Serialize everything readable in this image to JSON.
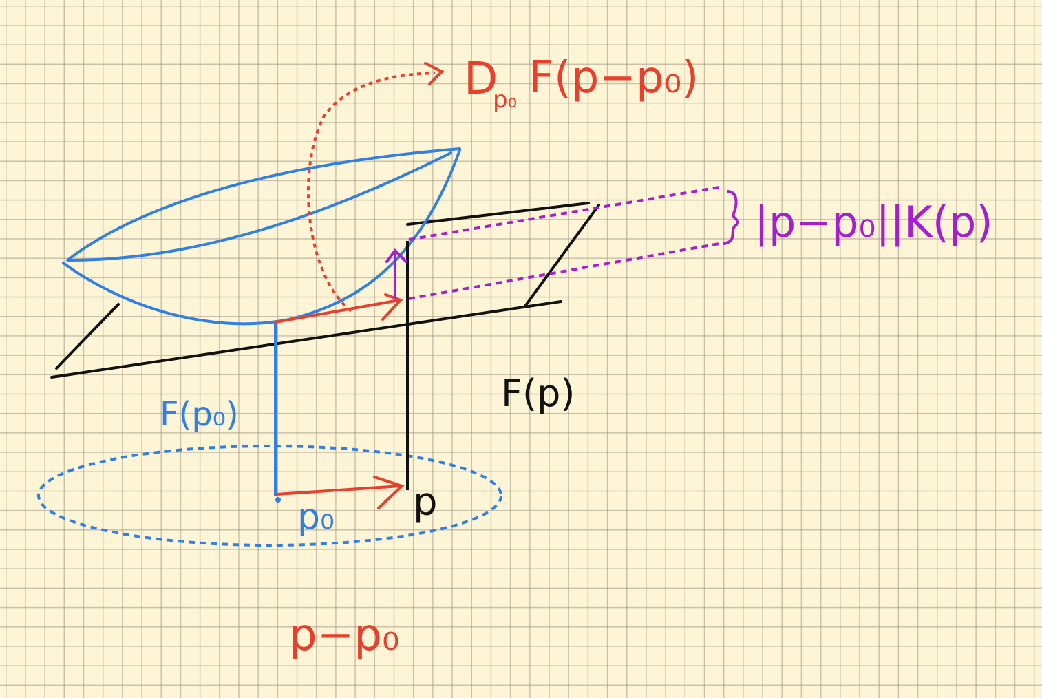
{
  "colors": {
    "paper": "#fdf5d6",
    "blue": "#2f7fe6",
    "red": "#e8402c",
    "purple": "#a31fd2",
    "black": "#111111"
  },
  "labels": {
    "differential": "D",
    "differential_sub": "p₀",
    "differential_rest": "F(p−p₀)",
    "remainder": "|p−p₀||K(p)",
    "f_p0": "F(p₀)",
    "f_p": "F(p)",
    "point_p0": "p₀",
    "point_p": "p",
    "displacement": "p−p₀"
  }
}
